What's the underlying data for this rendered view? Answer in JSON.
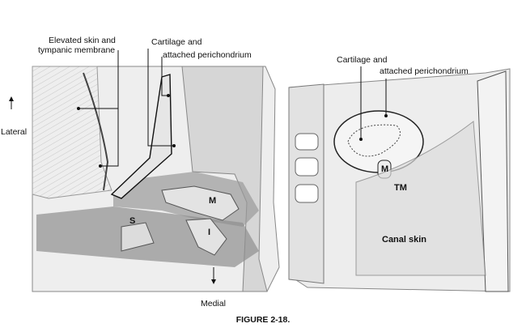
{
  "left_panel": {
    "label_skin_line1": "Elevated skin and",
    "label_skin_line2": "tympanic membrane",
    "label_cartilage_line1": "Cartilage and",
    "label_cartilage_line2": "attached perichondrium",
    "lateral": "Lateral",
    "medial": "Medial",
    "malleus": "M",
    "stapes": "S",
    "incus": "I"
  },
  "right_panel": {
    "label_cartilage_line1": "Cartilage and",
    "label_cartilage_line2": "attached perichondrium",
    "malleus": "M",
    "tympanic_membrane": "TM",
    "canal_skin": "Canal skin"
  },
  "caption": "FIGURE 2-18."
}
